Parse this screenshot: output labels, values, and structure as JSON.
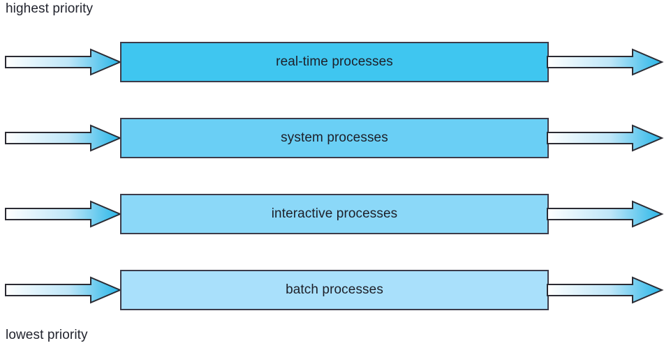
{
  "diagram": {
    "type": "multilevel-feedback-queue-priority-diagram",
    "top_label": "highest priority",
    "bottom_label": "lowest priority",
    "queues": [
      {
        "label": "real-time processes",
        "priority_rank": 1,
        "fill_color": "#3FC6F0",
        "border_color": "#3c3c4a",
        "in_arrow": "incoming-arrow",
        "out_arrow": "outgoing-arrow"
      },
      {
        "label": "system processes",
        "priority_rank": 2,
        "fill_color": "#6ACFF5",
        "border_color": "#3c3c4a",
        "in_arrow": "incoming-arrow",
        "out_arrow": "outgoing-arrow"
      },
      {
        "label": "interactive processes",
        "priority_rank": 3,
        "fill_color": "#8BD8F8",
        "border_color": "#3c3c4a",
        "in_arrow": "incoming-arrow",
        "out_arrow": "outgoing-arrow"
      },
      {
        "label": "batch processes",
        "priority_rank": 4,
        "fill_color": "#A9E0FB",
        "border_color": "#3c3c4a",
        "in_arrow": "incoming-arrow",
        "out_arrow": "outgoing-arrow"
      }
    ],
    "arrow_colors": {
      "gradient_start": "#ffffff",
      "gradient_end": "#29B6E8",
      "outline": "#2b2b33"
    },
    "text_color": "#22242e"
  }
}
